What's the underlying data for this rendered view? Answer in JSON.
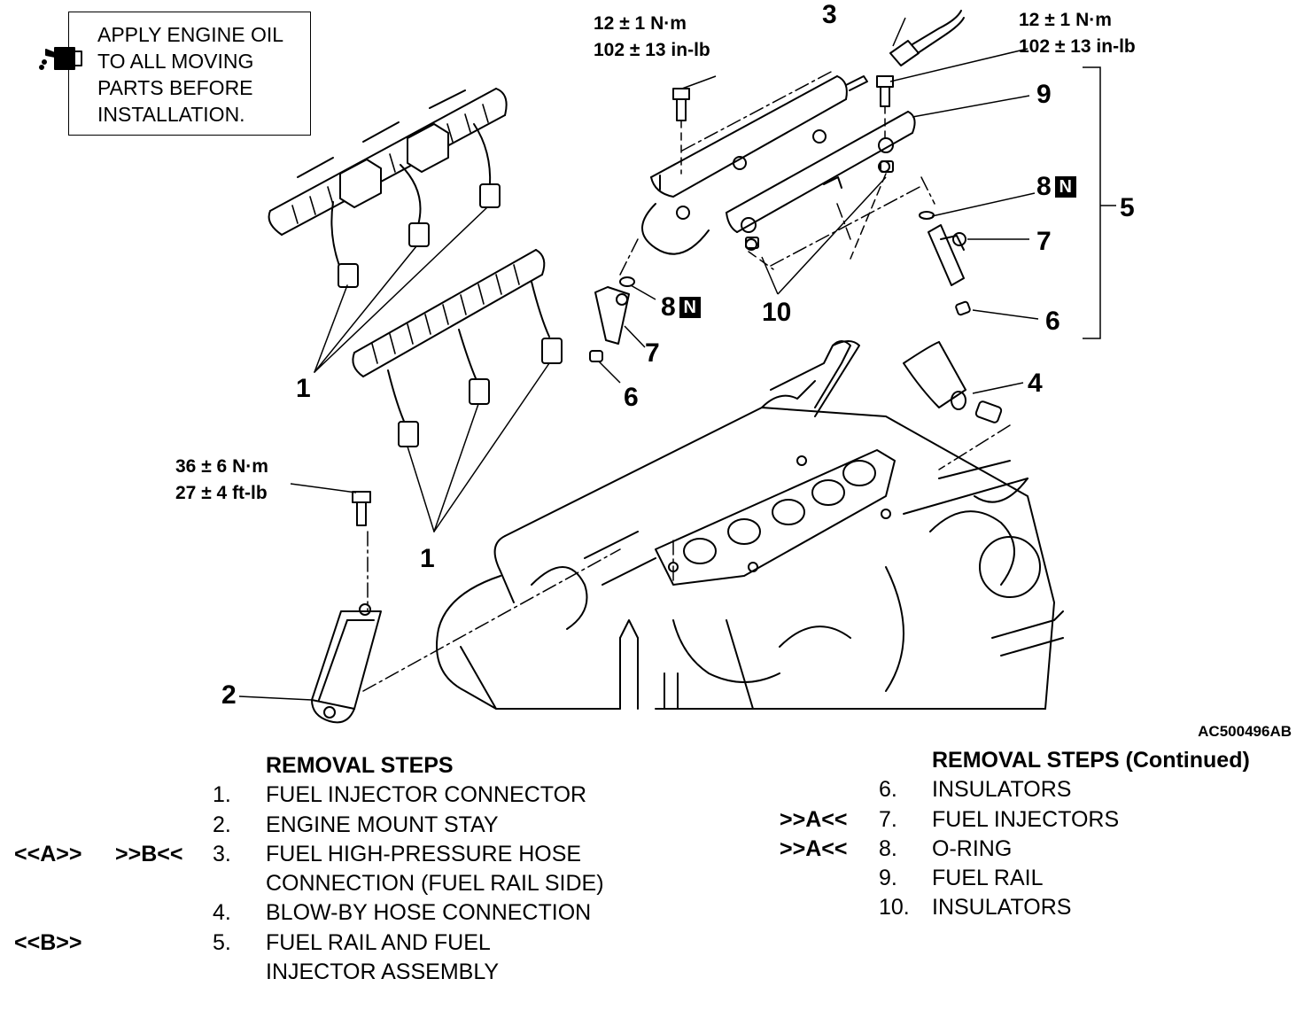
{
  "note": {
    "text": "APPLY ENGINE OIL\nTO ALL MOVING\nPARTS BEFORE\nINSTALLATION.",
    "icon": "oil-can-icon"
  },
  "torques": {
    "rail_bolt_left": "12 ± 1 N·m\n102 ± 13 in-lb",
    "rail_bolt_right": "12 ± 1 N·m\n102 ± 13 in-lb",
    "mount_stay_bolt": "36 ± 6 N·m\n27 ± 4 ft-lb"
  },
  "callouts": {
    "c1a": "1",
    "c1b": "1",
    "c2": "2",
    "c3": "3",
    "c4": "4",
    "c5": "5",
    "c6a": "6",
    "c6b": "6",
    "c7a": "7",
    "c7b": "7",
    "c8a": "8",
    "c8b": "8",
    "c9": "9",
    "c10": "10",
    "n_badge": "N"
  },
  "figure_code": "AC500496AB",
  "removal_steps": {
    "heading": "REMOVAL STEPS",
    "items": [
      {
        "marker1": "",
        "marker2": "",
        "num": "1.",
        "text": "FUEL INJECTOR CONNECTOR"
      },
      {
        "marker1": "",
        "marker2": "",
        "num": "2.",
        "text": "ENGINE MOUNT STAY"
      },
      {
        "marker1": "<<A>>",
        "marker2": ">>B<<",
        "num": "3.",
        "text": "FUEL HIGH-PRESSURE HOSE"
      },
      {
        "marker1": "",
        "marker2": "",
        "num": "",
        "text": "CONNECTION (FUEL RAIL SIDE)"
      },
      {
        "marker1": "",
        "marker2": "",
        "num": "4.",
        "text": "BLOW-BY HOSE CONNECTION"
      },
      {
        "marker1": "<<B>>",
        "marker2": "",
        "num": "5.",
        "text": "FUEL RAIL AND FUEL"
      },
      {
        "marker1": "",
        "marker2": "",
        "num": "",
        "text": "INJECTOR ASSEMBLY"
      }
    ]
  },
  "removal_steps_continued": {
    "heading": "REMOVAL STEPS (Continued)",
    "items": [
      {
        "marker": "",
        "num": "6.",
        "text": "INSULATORS"
      },
      {
        "marker": ">>A<<",
        "num": "7.",
        "text": "FUEL INJECTORS"
      },
      {
        "marker": ">>A<<",
        "num": "8.",
        "text": "O-RING"
      },
      {
        "marker": "",
        "num": "9.",
        "text": "FUEL RAIL"
      },
      {
        "marker": "",
        "num": "10.",
        "text": "INSULATORS"
      }
    ]
  }
}
